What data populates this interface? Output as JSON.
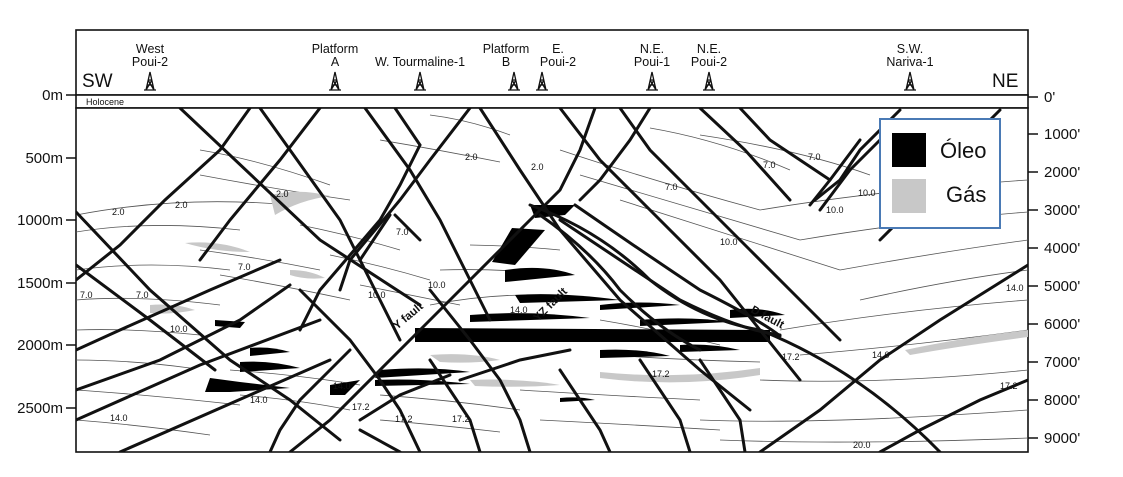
{
  "wells": [
    {
      "id": "west-poui-2",
      "lines": [
        "West",
        "Poui-2"
      ]
    },
    {
      "id": "platform-a",
      "lines": [
        "Platform",
        "A"
      ]
    },
    {
      "id": "w-tourmaline-1",
      "lines": [
        "W. Tourmaline-1"
      ]
    },
    {
      "id": "platform-b",
      "lines": [
        "Platform",
        "B"
      ]
    },
    {
      "id": "e-poui-2",
      "lines": [
        "E.",
        "Poui-2"
      ]
    },
    {
      "id": "ne-poui-1",
      "lines": [
        "N.E.",
        "Poui-1"
      ]
    },
    {
      "id": "ne-poui-2",
      "lines": [
        "N.E.",
        "Poui-2"
      ]
    },
    {
      "id": "sw-nariva-1",
      "lines": [
        "S.W.",
        "Nariva-1"
      ]
    }
  ],
  "direction": {
    "left": "SW",
    "right": "NE"
  },
  "axis_left": {
    "ticks": [
      "0m",
      "500m",
      "1000m",
      "1500m",
      "2000m",
      "2500m"
    ]
  },
  "axis_right": {
    "ticks": [
      "0'",
      "1000'",
      "2000'",
      "3000'",
      "4000'",
      "5000'",
      "6000'",
      "7000'",
      "8000'",
      "9000'"
    ]
  },
  "holocene_label": "Holocene",
  "faults": {
    "y": "Y fault",
    "yz": "YZ fault",
    "d": "D fault"
  },
  "legend": {
    "oil": {
      "label": "Óleo",
      "color": "#000000"
    },
    "gas": {
      "label": "Gás",
      "color": "#c8c8c8"
    },
    "border_color": "#4a7ab5"
  },
  "age_labels": [
    "2.0",
    "2.0",
    "2.0",
    "2.0",
    "2.0",
    "7.0",
    "7.0",
    "7.0",
    "7.0",
    "7.0",
    "10.0",
    "10.0",
    "10.0",
    "10.0",
    "10.0",
    "14.0",
    "14.0",
    "14.0",
    "14.0",
    "14.0",
    "14.0",
    "17.2",
    "17.2",
    "17.2",
    "17.2",
    "17.2",
    "17.2",
    "20.0",
    "7.0",
    "10.0",
    "7.0"
  ]
}
